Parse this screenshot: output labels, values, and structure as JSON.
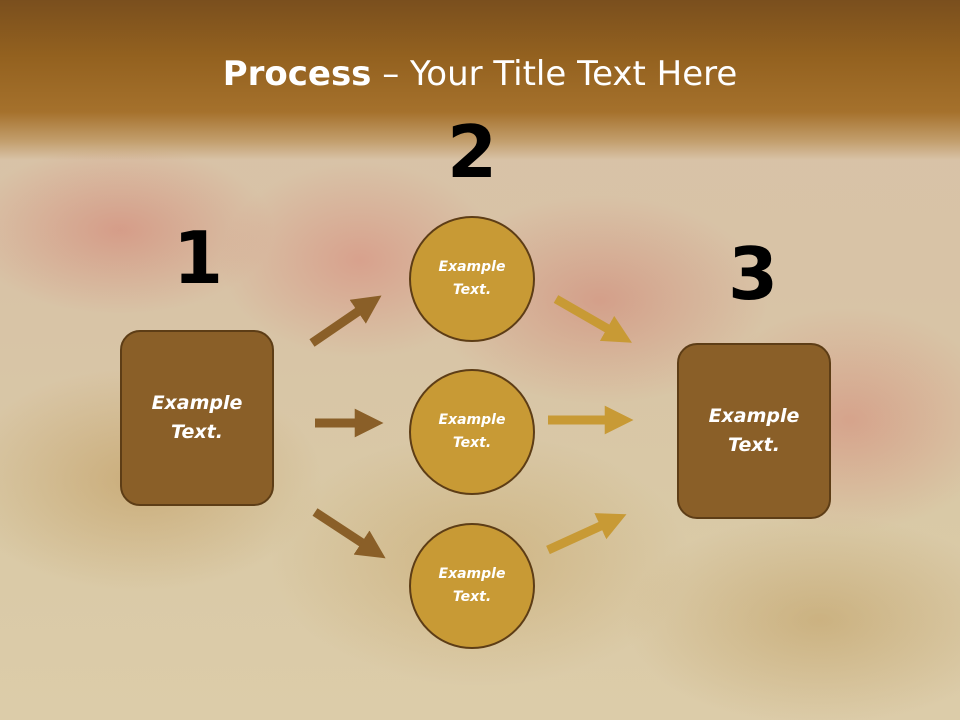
{
  "title": {
    "bold": "Process",
    "rest": " – Your Title Text Here"
  },
  "steps": {
    "one": {
      "number": "1",
      "label": "Example\nText."
    },
    "two": {
      "number": "2",
      "items": [
        {
          "label": "Example\nText."
        },
        {
          "label": "Example\nText."
        },
        {
          "label": "Example\nText."
        }
      ]
    },
    "three": {
      "number": "3",
      "label": "Example\nText."
    }
  },
  "colors": {
    "box": "#8a5f28",
    "circle": "#c89a35",
    "arrow_left": "#8a5f28",
    "arrow_right": "#c89a35"
  }
}
